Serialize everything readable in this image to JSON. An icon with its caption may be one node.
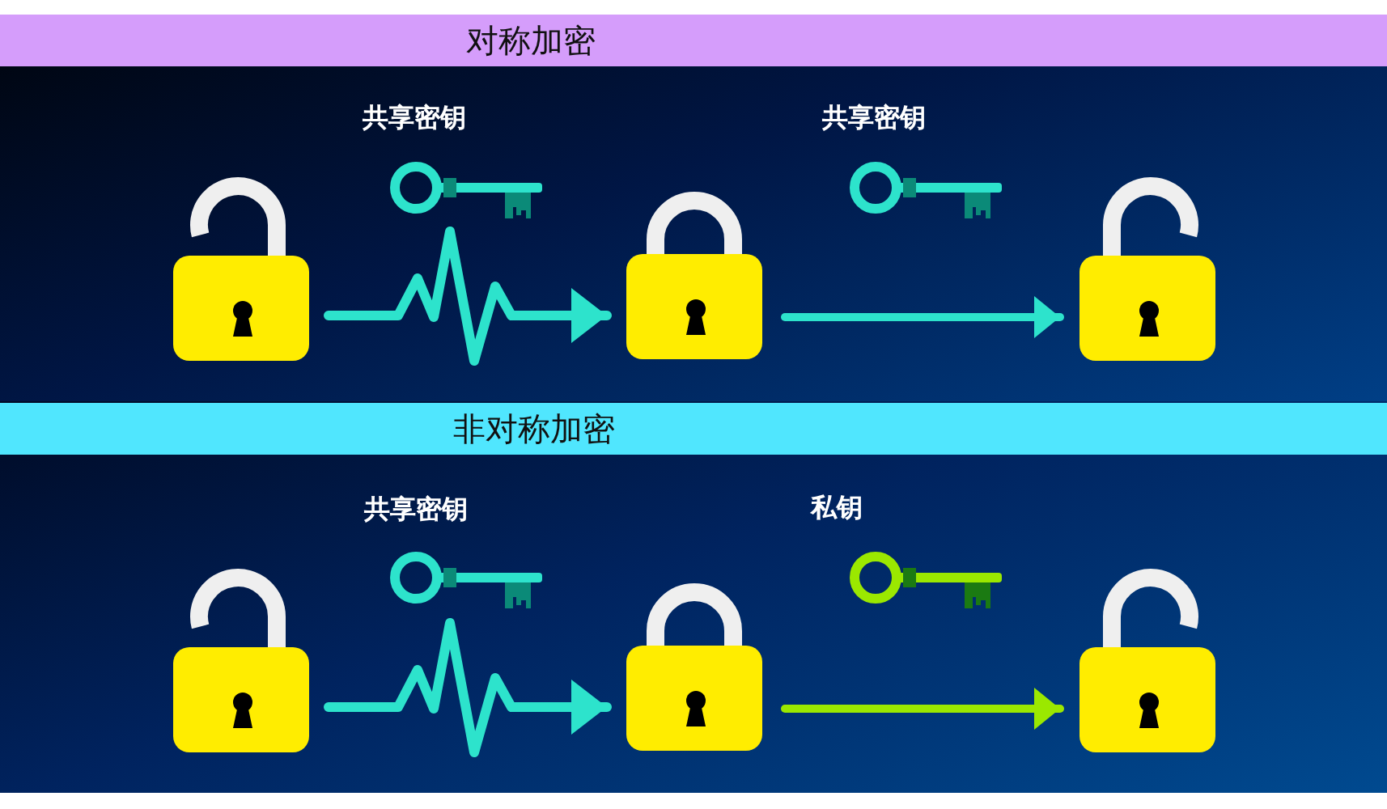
{
  "diagram": {
    "nodes": [
      {
        "text": [
          "对称加密"
        ]
      },
      {
        "text": [],
        "shape": "padlock",
        "in": 0
      },
      {
        "text": [],
        "shape": "padlock",
        "in": 0
      },
      {
        "text": [],
        "shape": "padlock",
        "in": 0
      },
      {
        "text": [
          "非对称加密"
        ]
      },
      {
        "text": [],
        "shape": "padlock",
        "in": 4
      },
      {
        "text": [],
        "shape": "padlock",
        "in": 4
      },
      {
        "text": [],
        "shape": "padlock",
        "in": 4
      }
    ],
    "edges": [
      {
        "from": 1,
        "to": 2,
        "arrow": "to"
      },
      {
        "from": 2,
        "to": 3,
        "arrow": "to"
      },
      {
        "from": 5,
        "to": 6,
        "arrow": "to"
      },
      {
        "from": 6,
        "to": 7,
        "arrow": "to",
        "color": "#9be800"
      }
    ],
    "labels": [
      "共享密钥",
      "共享密钥",
      "共享密钥",
      "私钥"
    ]
  }
}
